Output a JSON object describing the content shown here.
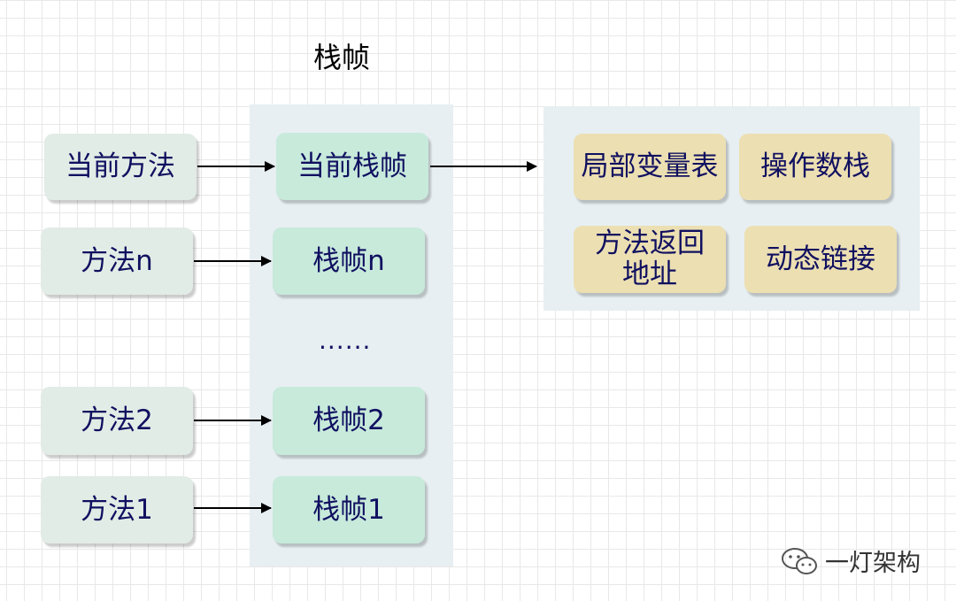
{
  "title": "栈帧",
  "methods": [
    "当前方法",
    "方法n",
    "方法2",
    "方法1"
  ],
  "frames": [
    "当前栈帧",
    "栈帧n",
    "栈帧2",
    "栈帧1"
  ],
  "ellipsis": "......",
  "frame_parts": [
    "局部变量表",
    "操作数栈",
    "方法返回地址",
    "动态链接"
  ],
  "watermark": {
    "text": "一灯架构",
    "icon": "wechat-icon"
  },
  "colors": {
    "method_box": "#e2ece6",
    "frame_box": "#c7eadb",
    "part_box": "#ecdfb2",
    "panel": "#e7eff2",
    "text": "#101060"
  }
}
